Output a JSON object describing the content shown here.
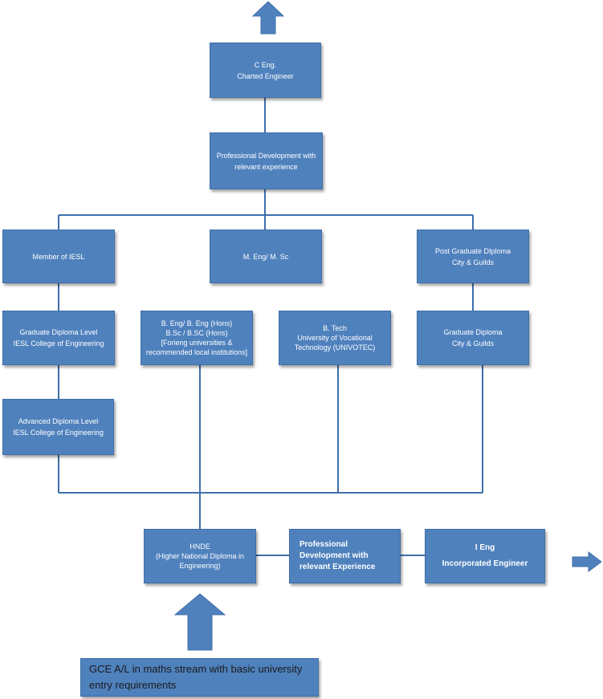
{
  "colors": {
    "box_fill": "#4f81bd",
    "box_border": "#3f6fa8",
    "line": "#3f6fa8",
    "text": "#ffffff"
  },
  "boxes": {
    "ceng": {
      "line1": "C Eng.",
      "line2": "Charted Engineer"
    },
    "prof_dev_top": {
      "line1": "Professional Development with",
      "line2": "relevant experience"
    },
    "member_iesl": {
      "line1": "Member of IESL"
    },
    "meng_msc": {
      "line1": "M. Eng/ M. Sc"
    },
    "pg_diploma": {
      "line1": "Post Graduate DIploma",
      "line2": "City & Guilds"
    },
    "grad_dip_iesl": {
      "line1": "Graduate Diploma Level",
      "line2": "IESL College of Engineering"
    },
    "beng": {
      "line1": "B. Eng/ B. Eng (Hons)",
      "line2": "B.Sc / B.SC (Hons)",
      "line3": "[Forieng  universities &",
      "line4": "recommended local institutions]"
    },
    "btech": {
      "line1": "B. Tech",
      "line2": "University of Vocational",
      "line3": "Technology (UNIVOTEC)"
    },
    "grad_dip_cg": {
      "line1": "Graduate Diploma",
      "line2": "City & Guilds"
    },
    "adv_dip": {
      "line1": "Advanced Diploma Level",
      "line2": "IESL College of Engineering"
    },
    "hnde": {
      "line1": "HNDE",
      "line2": "(Higher National Diploma in",
      "line3": "Engineering)"
    },
    "prof_dev_bottom": {
      "line1": "Professional",
      "line2": "Development with",
      "line3": "relevant Experience"
    },
    "ieng": {
      "line1": "I Eng",
      "line2": "Incorporated Engineer"
    },
    "gce": {
      "line1": "GCE A/L in maths stream with basic university",
      "line2": "entry requirements"
    }
  },
  "icons": [
    "up-arrow-icon",
    "right-arrow-icon",
    "big-up-arrow-icon"
  ]
}
